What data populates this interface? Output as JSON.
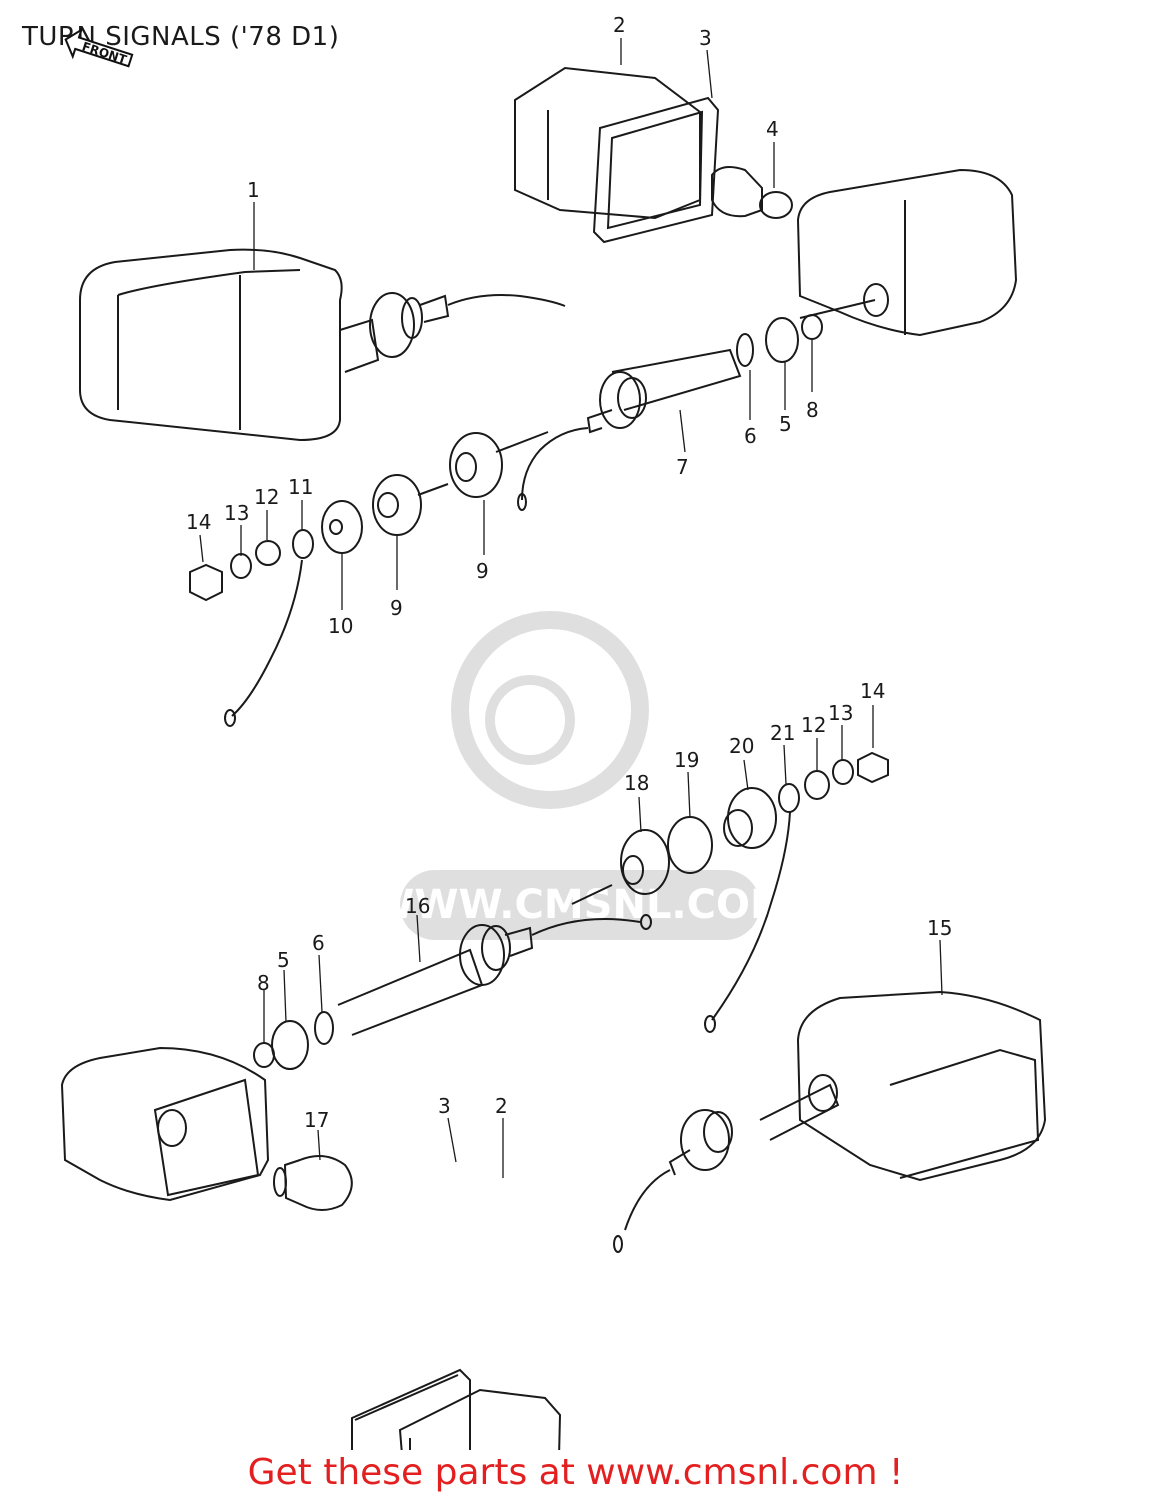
{
  "title": "TURN SIGNALS ('78 D1)",
  "front_label": "FRONT",
  "watermark_text": "WWW.CMSNL.COM",
  "footer": "Get these parts at www.cmsnl.com !",
  "callouts": [
    "1",
    "2",
    "3",
    "4",
    "5",
    "6",
    "7",
    "8",
    "9",
    "9",
    "10",
    "11",
    "12",
    "13",
    "14",
    "14",
    "13",
    "12",
    "21",
    "20",
    "19",
    "18",
    "16",
    "15",
    "8",
    "5",
    "6",
    "17",
    "3",
    "2"
  ]
}
